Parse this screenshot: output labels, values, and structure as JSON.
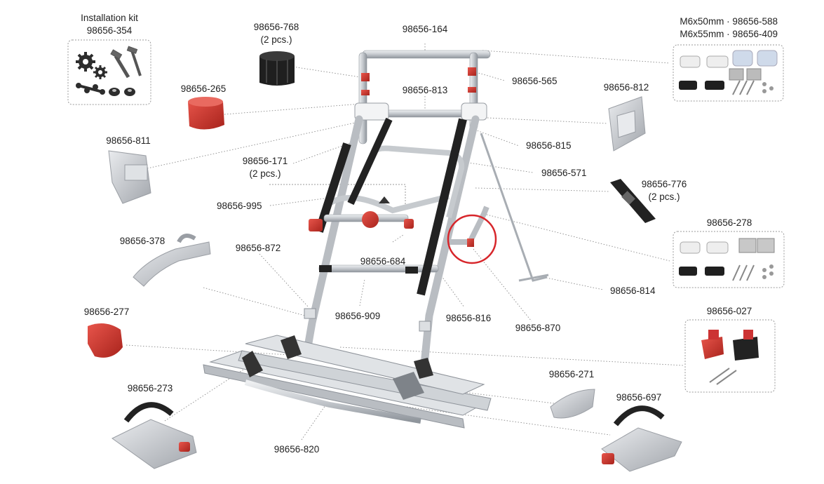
{
  "colors": {
    "frame": "#c8ccd1",
    "frame_edge": "#8e939a",
    "strap": "#222222",
    "red": "#d1332a",
    "grey_part": "#b9bcc1",
    "leader": "#8a8a8a",
    "kit_border": "#9a9a9a",
    "highlight_circle": "#d7262b"
  },
  "labels": {
    "installation_kit_title": "Installation kit",
    "p354": "98656-354",
    "p768": "98656-768",
    "p768_qty": "(2 pcs.)",
    "p164": "98656-164",
    "m6x50": "M6x50mm · 98656-588",
    "m6x55": "M6x55mm · 98656-409",
    "p265": "98656-265",
    "p565": "98656-565",
    "p813": "98656-813",
    "p812": "98656-812",
    "p811": "98656-811",
    "p815": "98656-815",
    "p171": "98656-171",
    "p171_qty": "(2 pcs.)",
    "p571": "98656-571",
    "p776": "98656-776",
    "p776_qty": "(2 pcs.)",
    "p995": "98656-995",
    "p278": "98656-278",
    "p378": "98656-378",
    "p872": "98656-872",
    "p684": "98656-684",
    "p814": "98656-814",
    "p277": "98656-277",
    "p909": "98656-909",
    "p816": "98656-816",
    "p870": "98656-870",
    "p027": "98656-027",
    "p271": "98656-271",
    "p273": "98656-273",
    "p697": "98656-697",
    "p820": "98656-820"
  },
  "icons": {
    "installation_kit": [
      "gear-icon",
      "screw-icon",
      "link-icon",
      "nut-icon"
    ],
    "highlight": "red-circle-highlight"
  }
}
